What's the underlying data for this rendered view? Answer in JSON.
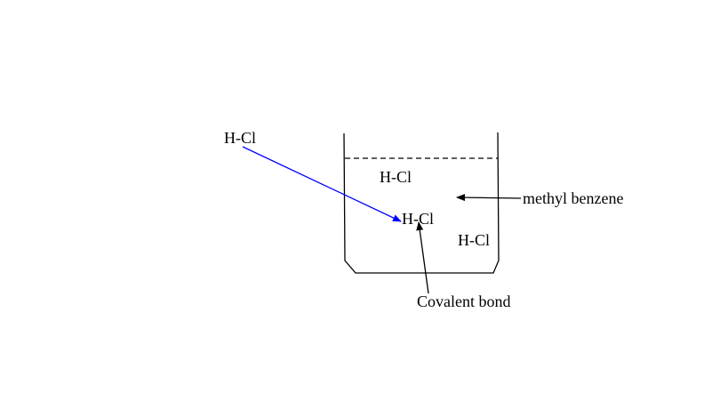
{
  "labels": {
    "hcl_outside": "H-Cl",
    "hcl_top": "H-Cl",
    "hcl_middle": "H-Cl",
    "hcl_right": "H-Cl",
    "solvent": "methyl benzene",
    "bond": "Covalent bond"
  },
  "colors": {
    "arrow_blue": "#0000ff",
    "line": "#000000"
  }
}
